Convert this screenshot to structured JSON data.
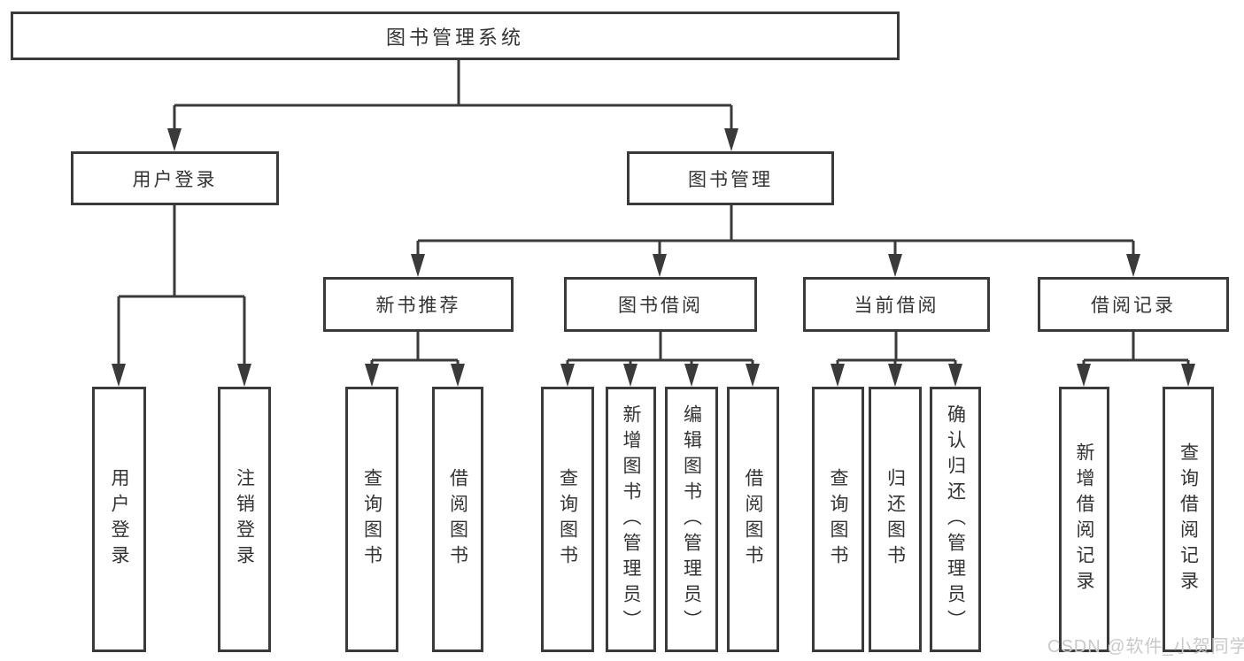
{
  "diagram_title": "图书管理系统",
  "nodes": {
    "root": "图书管理系统",
    "user_login": "用户登录",
    "book_management": "图书管理",
    "new_book_recommend": "新书推荐",
    "book_borrowing": "图书借阅",
    "current_borrowing": "当前借阅",
    "borrowing_records": "借阅记录",
    "user_login_leaf": "用户登录",
    "logout_leaf": "注销登录",
    "query_books_recommend": "查询图书",
    "borrow_books_recommend": "借阅图书",
    "query_books_borrowing": "查询图书",
    "add_books_admin": "新增图书（管理员）",
    "edit_books_admin": "编辑图书（管理员）",
    "borrow_books_borrowing": "借阅图书",
    "query_books_current": "查询图书",
    "return_books": "归还图书",
    "confirm_return_admin": "确认归还（管理员）",
    "add_borrow_record": "新增借阅记录",
    "query_borrow_record": "查询借阅记录"
  },
  "watermark": "CSDN @软件_小贺同学",
  "colors": {
    "line": "#3a3a3a",
    "box_border": "#3a3a3a",
    "text": "#333333",
    "watermark": "#c9c9c9",
    "background": "#ffffff"
  }
}
